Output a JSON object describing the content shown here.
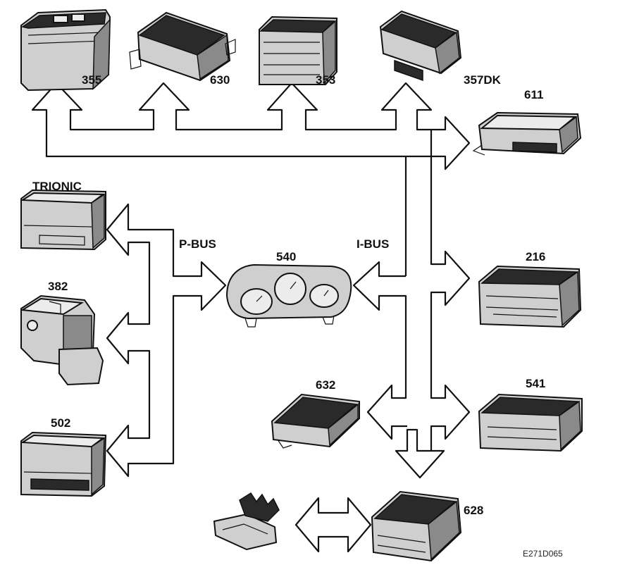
{
  "buses": {
    "p_bus": "P-BUS",
    "i_bus": "I-BUS"
  },
  "modules": {
    "m355": "355",
    "m630": "630",
    "m353": "353",
    "m357dk": "357DK",
    "m611": "611",
    "trionic": "TRIONIC",
    "m382": "382",
    "m502": "502",
    "m540": "540",
    "m216": "216",
    "m632": "632",
    "m541": "541",
    "m628": "628"
  },
  "figure_code": "E271D065"
}
